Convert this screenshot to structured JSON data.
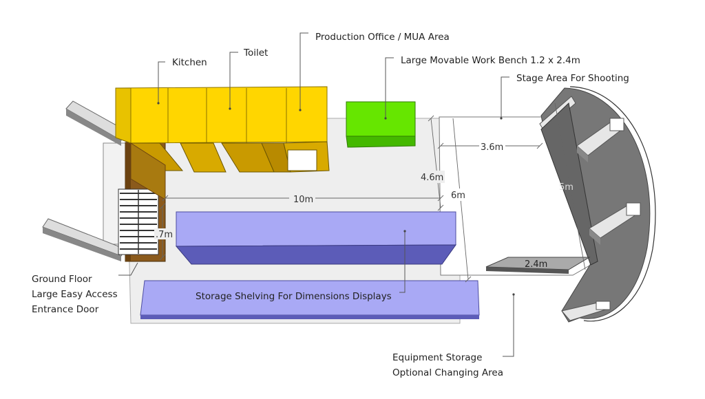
{
  "labels": {
    "kitchen": "Kitchen",
    "toilet": "Toilet",
    "production_office": "Production Office / MUA Area",
    "work_bench": "Large Movable Work Bench 1.2 x 2.4m",
    "stage_area": "Stage Area For Shooting",
    "entrance_line1": "Ground Floor",
    "entrance_line2": "Large Easy Access",
    "entrance_line3": "Entrance Door",
    "storage_shelving": "Storage Shelving For Dimensions Displays",
    "equipment_line1": "Equipment Storage",
    "equipment_line2": "Optional Changing Area"
  },
  "dimensions": {
    "length": "10m",
    "width": "6m",
    "stage_depth": "4.6m",
    "stage_width": "3.6m",
    "stage_height": "5m",
    "platform_width": "2.4m",
    "door_width": ".7m"
  },
  "colors": {
    "floor": "#eeeeee",
    "yellow_front": "#ffd600",
    "yellow_top": "#e8c200",
    "yellow_shade": "#c99a00",
    "green_bench": "#66e600",
    "blue_shelf": "#a9a9f5",
    "blue_shelf_side": "#5c5cb8",
    "cyclorama": "#777777"
  }
}
